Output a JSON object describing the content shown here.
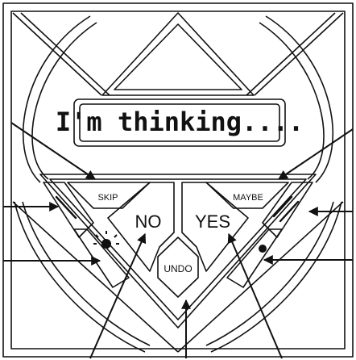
{
  "display": {
    "text": "I'm thinking...."
  },
  "buttons": {
    "skip": "SKIP",
    "maybe": "MAYBE",
    "no": "NO",
    "yes": "YES",
    "undo": "UNDO"
  },
  "icons": {
    "left_top": "single-slash-icon",
    "left_bottom": "sun-icon",
    "right_top": "double-slash-icon",
    "right_bottom": "dot-icon"
  },
  "colors": {
    "stroke": "#111111",
    "background": "#ffffff"
  }
}
